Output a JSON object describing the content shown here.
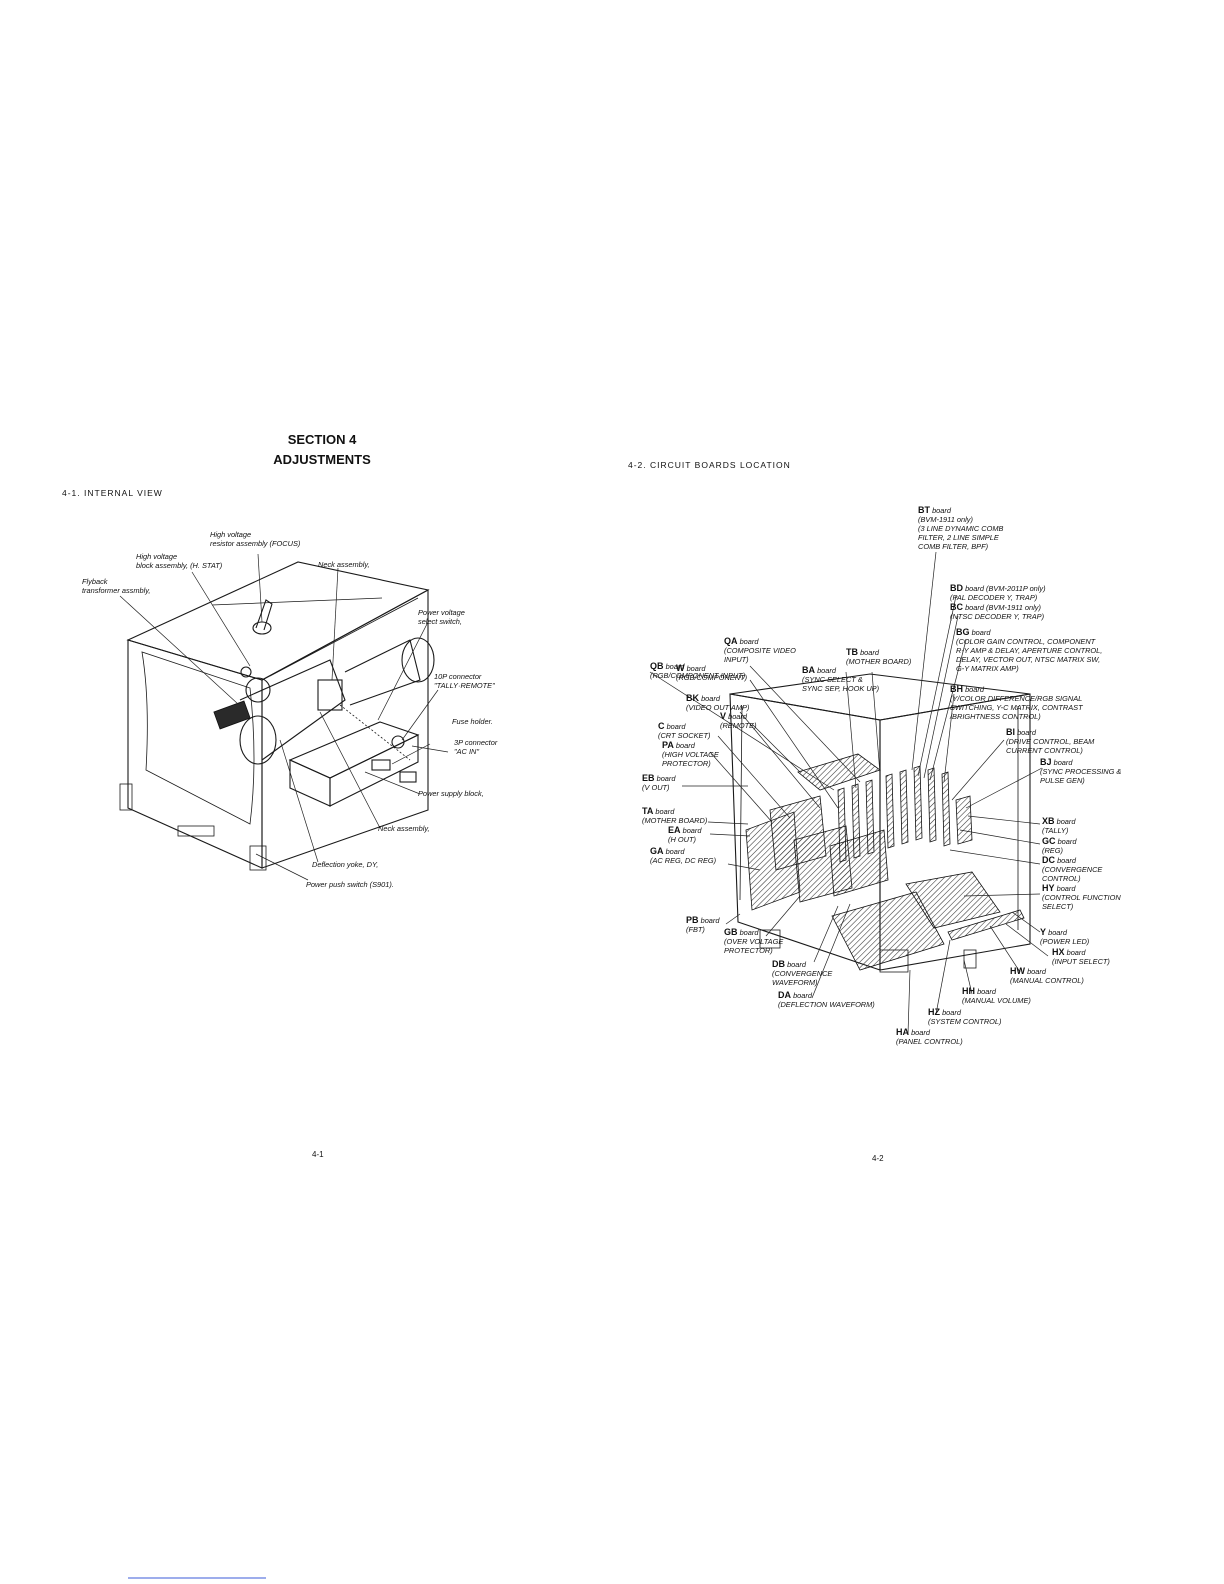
{
  "section": {
    "number": "SECTION 4",
    "title": "ADJUSTMENTS"
  },
  "left": {
    "heading": "4-1.  INTERNAL VIEW",
    "page_number": "4-1",
    "labels": [
      {
        "id": "hv-resistor",
        "lines": [
          "High voltage",
          "resistor assembly (FOCUS)"
        ]
      },
      {
        "id": "hv-block",
        "lines": [
          "High voltage",
          "block assembly, (H. STAT)"
        ]
      },
      {
        "id": "flyback",
        "lines": [
          "Flyback",
          "transformer assmbly,"
        ]
      },
      {
        "id": "neck-top",
        "lines": [
          "Neck assembly,"
        ]
      },
      {
        "id": "power-voltage",
        "lines": [
          "Power voltage",
          "select switch,"
        ]
      },
      {
        "id": "tally-conn",
        "lines": [
          "10P connector",
          "\"TALLY·REMOTE\""
        ]
      },
      {
        "id": "fuse",
        "lines": [
          "Fuse holder."
        ]
      },
      {
        "id": "ac-in",
        "lines": [
          "3P connector",
          "\"AC IN\""
        ]
      },
      {
        "id": "psu-block",
        "lines": [
          "Power supply block,"
        ]
      },
      {
        "id": "neck-bottom",
        "lines": [
          "Neck assembly,"
        ]
      },
      {
        "id": "dy",
        "lines": [
          "Deflection yoke, DY,"
        ]
      },
      {
        "id": "power-push",
        "lines": [
          "Power push switch (S901)."
        ]
      }
    ]
  },
  "right": {
    "heading": "4-2.  CIRCUIT BOARDS LOCATION",
    "page_number": "4-2",
    "boards": [
      {
        "code": "BT",
        "word": "board",
        "desc": [
          "(BVM-1911 only)",
          "(3 LINE DYNAMIC COMB",
          "FILTER, 2 LINE SIMPLE",
          "COMB FILTER, BPF)"
        ]
      },
      {
        "code": "BD",
        "word": "board",
        "extra": "(BVM-2011P only)",
        "desc": [
          "(PAL DECODER Y, TRAP)"
        ]
      },
      {
        "code": "BC",
        "word": "board",
        "extra": "(BVM-1911 only)",
        "desc": [
          "(NTSC DECODER Y, TRAP)"
        ]
      },
      {
        "code": "BG",
        "word": "board",
        "desc": [
          "(COLOR GAIN CONTROL, COMPONENT",
          "R-Y AMP & DELAY, APERTURE CONTROL,",
          "DELAY, VECTOR OUT, NTSC MATRIX SW,",
          "G-Y MATRIX AMP)"
        ]
      },
      {
        "code": "QA",
        "word": "board",
        "desc": [
          "(COMPOSITE VIDEO",
          "INPUT)"
        ]
      },
      {
        "code": "TB",
        "word": "board",
        "desc": [
          "(MOTHER BOARD)"
        ]
      },
      {
        "code": "QB",
        "word": "board",
        "desc": [
          "(RGB/COMPONENT INPUT)"
        ]
      },
      {
        "code": "BA",
        "word": "board",
        "desc": [
          "(SYNC SELECT &",
          "SYNC SEP, HOOK UP)"
        ]
      },
      {
        "code": "W",
        "word": "board",
        "desc": [
          "(RGB/COMPONENT)"
        ]
      },
      {
        "code": "BH",
        "word": "board",
        "desc": [
          "(Y/COLOR DIFFERENCE/RGB SIGNAL",
          "SWITCHING, Y-C MATRIX, CONTRAST",
          "/BRIGHTNESS CONTROL)"
        ]
      },
      {
        "code": "BK",
        "word": "board",
        "desc": [
          "(VIDEO OUT AMP)"
        ]
      },
      {
        "code": "V",
        "word": "board",
        "desc": [
          "(REMOTE)"
        ]
      },
      {
        "code": "C",
        "word": "board",
        "desc": [
          "(CRT SOCKET)"
        ]
      },
      {
        "code": "BI",
        "word": "board",
        "desc": [
          "(DRIVE CONTROL, BEAM",
          "CURRENT CONTROL)"
        ]
      },
      {
        "code": "PA",
        "word": "board",
        "desc": [
          "(HIGH VOLTAGE",
          "PROTECTOR)"
        ]
      },
      {
        "code": "BJ",
        "word": "board",
        "desc": [
          "(SYNC PROCESSING &",
          "PULSE GEN)"
        ]
      },
      {
        "code": "EB",
        "word": "board",
        "desc": [
          "(V OUT)"
        ]
      },
      {
        "code": "TA",
        "word": "board",
        "desc": [
          "(MOTHER BOARD)"
        ]
      },
      {
        "code": "XB",
        "word": "board",
        "desc": [
          "(TALLY)"
        ]
      },
      {
        "code": "EA",
        "word": "board",
        "desc": [
          "(H OUT)"
        ]
      },
      {
        "code": "GC",
        "word": "board",
        "desc": [
          "(REG)"
        ]
      },
      {
        "code": "GA",
        "word": "board",
        "desc": [
          "(AC REG, DC REG)"
        ]
      },
      {
        "code": "DC",
        "word": "board",
        "desc": [
          "(CONVERGENCE",
          "CONTROL)"
        ]
      },
      {
        "code": "HY",
        "word": "board",
        "desc": [
          "(CONTROL FUNCTION",
          "SELECT)"
        ]
      },
      {
        "code": "PB",
        "word": "board",
        "desc": [
          "(FBT)"
        ]
      },
      {
        "code": "GB",
        "word": "board",
        "desc": [
          "(OVER VOLTAGE",
          "PROTECTOR)"
        ]
      },
      {
        "code": "Y",
        "word": "board",
        "desc": [
          "(POWER LED)"
        ]
      },
      {
        "code": "HX",
        "word": "board",
        "desc": [
          "(INPUT SELECT)"
        ]
      },
      {
        "code": "DB",
        "word": "board",
        "desc": [
          "(CONVERGENCE",
          "WAVEFORM)"
        ]
      },
      {
        "code": "HW",
        "word": "board",
        "desc": [
          "(MANUAL CONTROL)"
        ]
      },
      {
        "code": "DA",
        "word": "board",
        "desc": [
          "(DEFLECTION WAVEFORM)"
        ]
      },
      {
        "code": "HH",
        "word": "board",
        "desc": [
          "(MANUAL VOLUME)"
        ]
      },
      {
        "code": "HZ",
        "word": "board",
        "desc": [
          "(SYSTEM CONTROL)"
        ]
      },
      {
        "code": "HA",
        "word": "board",
        "desc": [
          "(PANEL CONTROL)"
        ]
      }
    ]
  }
}
